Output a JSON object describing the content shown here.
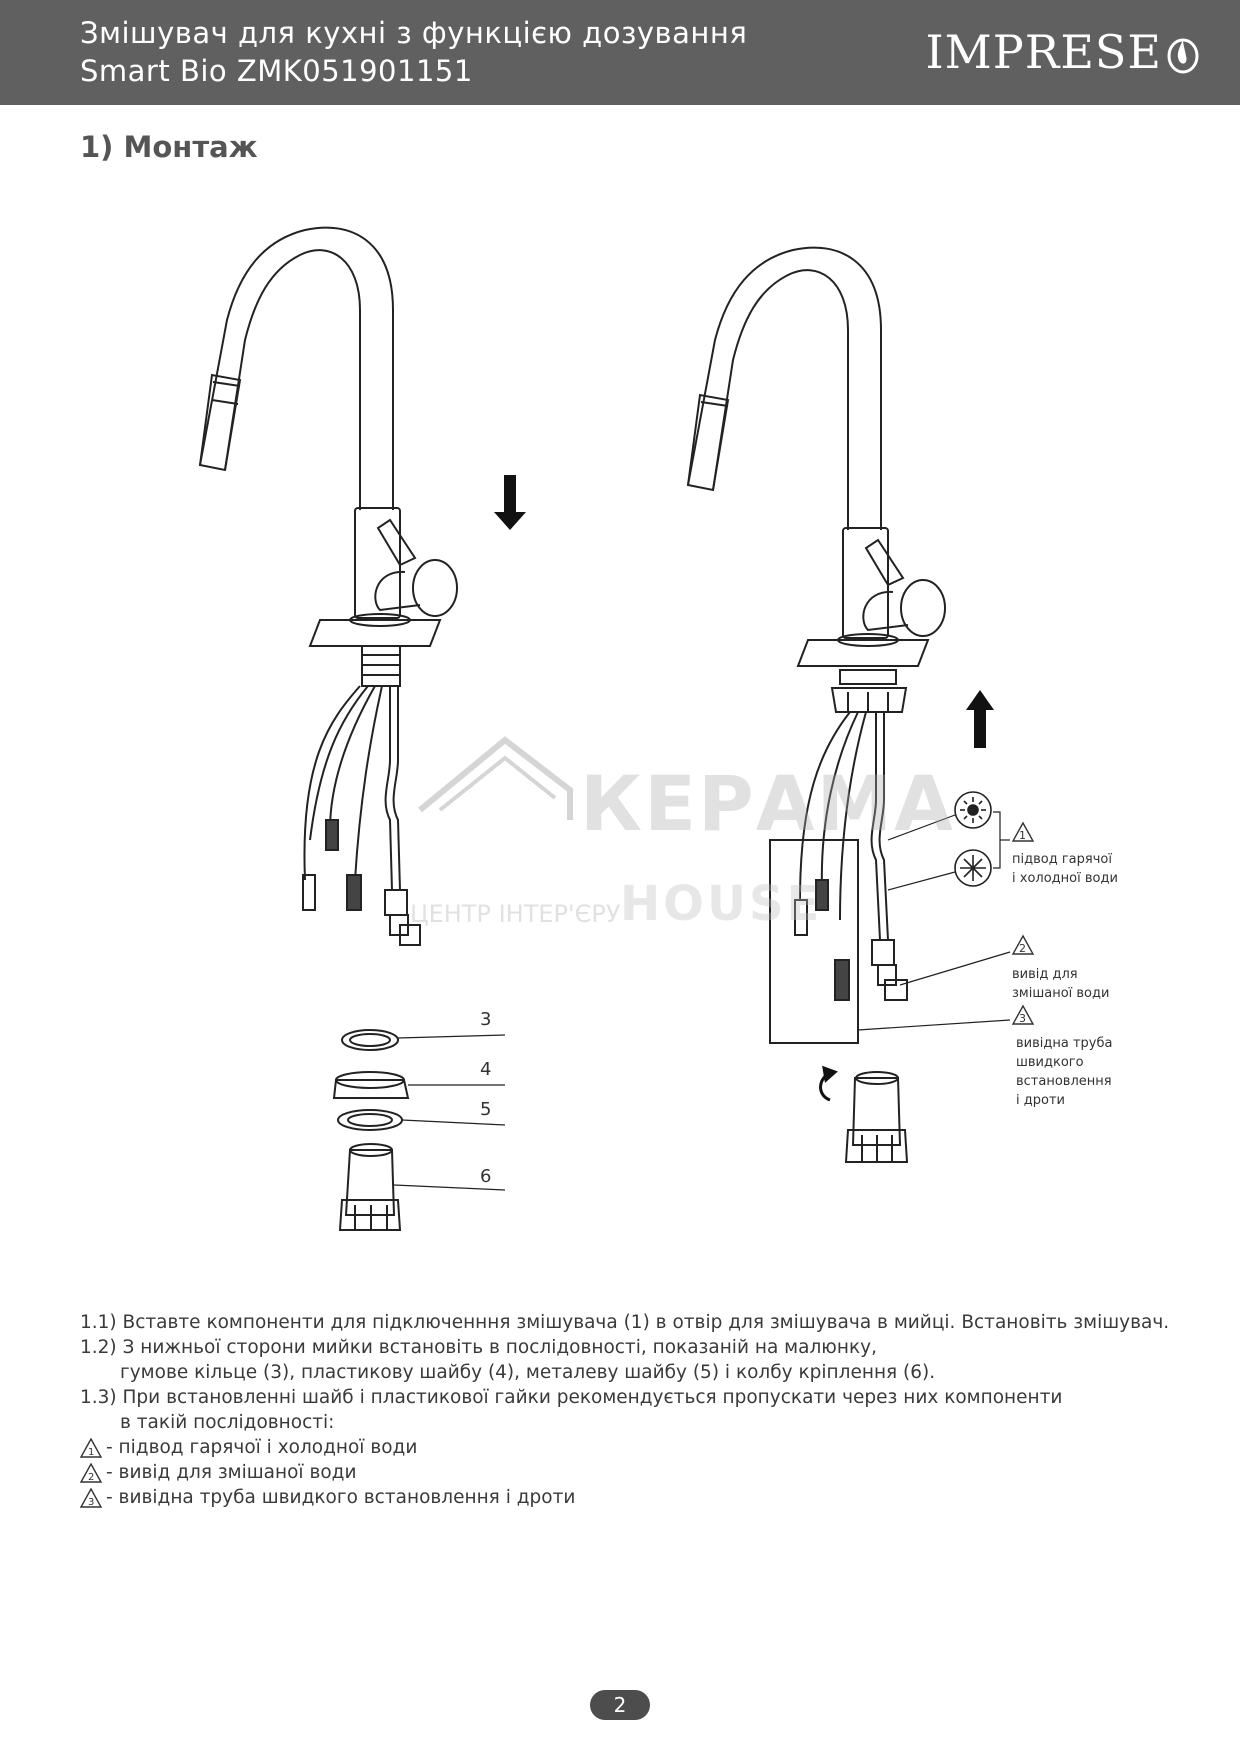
{
  "header": {
    "title_line1": "Змішувач для кухні з функцією дозування",
    "title_line2": "Smart Bio ZMK051901151",
    "logo_text": "IMPRESE"
  },
  "section": {
    "title": "1) Монтаж"
  },
  "figure": {
    "callouts": [
      "3",
      "4",
      "5",
      "6"
    ],
    "legend": {
      "item1_num": "1",
      "item1_label_line1": "підвод гарячої",
      "item1_label_line2": "і холодної води",
      "item2_num": "2",
      "item2_label_line1": "вивід для",
      "item2_label_line2": "змішаної води",
      "item3_num": "3",
      "item3_label_line1": "вивідна труба",
      "item3_label_line2": "швидкого",
      "item3_label_line3": "встановлення",
      "item3_label_line4": "і дроти"
    },
    "watermark_line1": "КЕРАМА",
    "watermark_line2": "HOUSE",
    "watermark_sub": "ЦЕНТР ІНТЕР'ЄРУ"
  },
  "instructions": {
    "step1": "1.1) Вставте компоненти для підключенння змішувача (1) в отвір для змішувача в мийці. Встановіть змішувач.",
    "step2_line1": "1.2) З нижньої сторони мийки встановіть в послідовності, показаній на малюнку,",
    "step2_line2": "гумове кільце (3), пластикову шайбу (4), металеву шайбу (5) і колбу кріплення (6).",
    "step3_line1": "1.3) При встановленні шайб і пластикової гайки рекомендується пропускати через них компоненти",
    "step3_line2": "в такій послідовності:",
    "legend1_num": "1",
    "legend1": "- підвод гарячої і холодної води",
    "legend2_num": "2",
    "legend2": "- вивід для змішаної води",
    "legend3_num": "3",
    "legend3": "- вивідна труба швидкого встановлення і дроти"
  },
  "footer": {
    "page_number": "2"
  }
}
